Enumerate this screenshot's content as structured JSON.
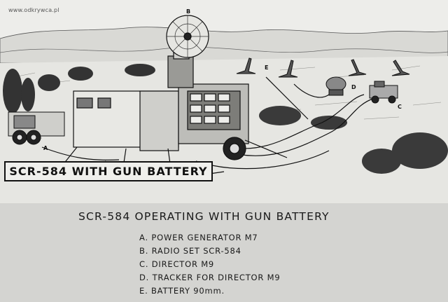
{
  "watermark": "www.odkrywca.pl",
  "banner_title": "SCR-584 WITH GUN BATTERY",
  "caption_title": "SCR-584 OPERATING WITH GUN BATTERY",
  "part_letters": {
    "a": "A",
    "b": "B",
    "c": "C",
    "d": "D",
    "e": "E"
  },
  "legend": [
    {
      "text": "A. POWER GENERATOR M7"
    },
    {
      "text": "B. RADIO SET SCR-584"
    },
    {
      "text": "C. DIRECTOR M9"
    },
    {
      "text": "D. TRACKER FOR DIRECTOR M9"
    },
    {
      "text": "E. BATTERY 90mm."
    }
  ]
}
